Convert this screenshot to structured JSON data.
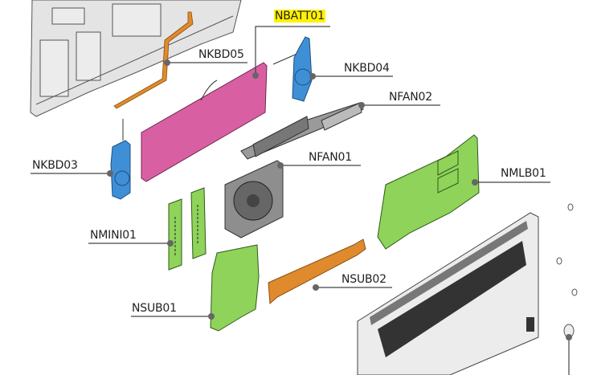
{
  "parts": {
    "battery": {
      "label": "NBATT01",
      "highlighted": true,
      "color": "#d95fa3"
    },
    "keyboard_cable": {
      "label": "NKBD05",
      "color": "#e08a2e"
    },
    "speaker_right": {
      "label": "NKBD04",
      "color": "#3f8fd6"
    },
    "heatsink": {
      "label": "NFAN02",
      "color": "#9a9a9a"
    },
    "fan": {
      "label": "NFAN01",
      "color": "#8e8e8e"
    },
    "mainboard": {
      "label": "NMLB01",
      "color": "#8fd35a"
    },
    "speaker_left": {
      "label": "NKBD03",
      "color": "#3f8fd6"
    },
    "memory": {
      "label": "NMINI01",
      "color": "#8fd35a"
    },
    "sub_cable": {
      "label": "NSUB02",
      "color": "#e08a2e"
    },
    "sub_board": {
      "label": "NSUB01",
      "color": "#8fd35a"
    }
  },
  "highlight_color": "#fff200"
}
